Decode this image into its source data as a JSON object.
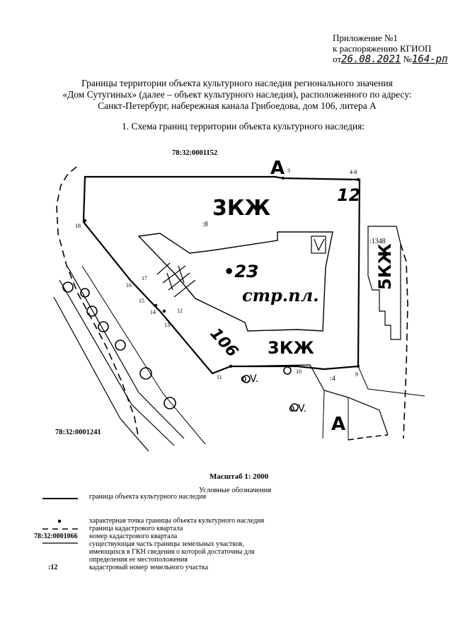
{
  "appendix": {
    "line1": "Приложение №1",
    "line2": "к распоряжению КГИОП",
    "date_prefix": "от",
    "date": "26.08.2021",
    "num_prefix": "№",
    "number": "164-рп"
  },
  "title": {
    "line1": "Границы территории объекта культурного наследия регионального значения",
    "line2": "«Дом Сутугиных» (далее – объект культурного наследия), расположенного по адресу:",
    "line3": "Санкт-Петербург, набережная канала Грибоедова, дом 106, литера А"
  },
  "subtitle": "1.   Схема границ территории объекта культурного наследия:",
  "map": {
    "quarter_top": "78:32:0001152",
    "quarter_bottom": "78:32:0001241",
    "parcel_8": ":8",
    "parcel_1348": ":1348",
    "parcel_4": ":4",
    "zone_top": "3КЖ",
    "zone_bottom": "3КЖ",
    "zone_right": "5КЖ",
    "house_12": "12",
    "house_106": "106",
    "area_label": "•2З",
    "area_sub": "стр.пл.",
    "letter_top": "А",
    "letter_bottom": "А",
    "ov_1": "о.V.",
    "ov_2": "о.V.",
    "points": [
      "3",
      "4-8",
      "9",
      "10",
      "11",
      "12",
      "13",
      "14",
      "15",
      "16",
      "17",
      "18"
    ]
  },
  "scale": "Масштаб 1: 2000",
  "legend": {
    "title": "Условные обозначения",
    "items": [
      {
        "code": "",
        "text": "граница объекта культурного наследия"
      },
      {
        "code": "",
        "text": "характерная точка границы объекта культурного наследия"
      },
      {
        "code": "",
        "text": "граница кадастрового квартала"
      },
      {
        "code": "78:32:0001066",
        "text": "номер кадастрового квартала"
      },
      {
        "code": "",
        "text": "существующая часть границы земельных участков, имеющихся в ГКН сведения о которой достаточны для определения ее местоположения"
      },
      {
        "code": ":12",
        "text": "кадастровый номер земельного участка"
      }
    ]
  }
}
